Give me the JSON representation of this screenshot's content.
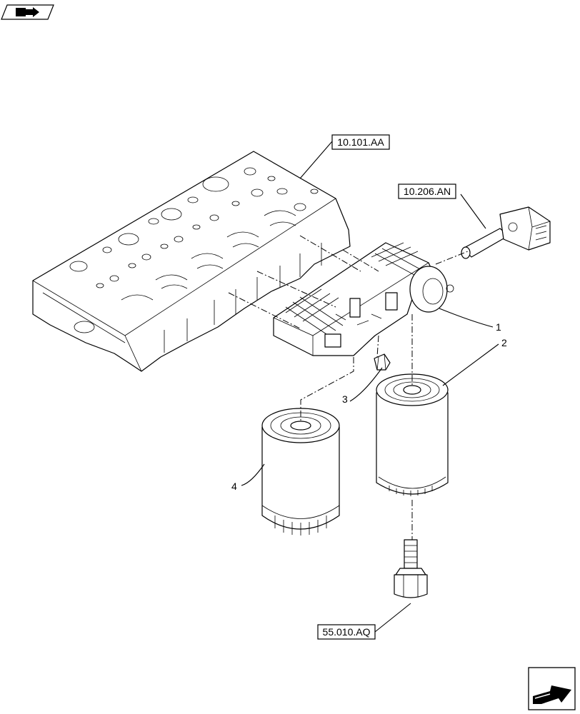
{
  "references": [
    {
      "id": "ref-10-101-aa",
      "label": "10.101.AA"
    },
    {
      "id": "ref-10-206-an",
      "label": "10.206.AN"
    },
    {
      "id": "ref-55-010-aq",
      "label": "55.010.AQ"
    }
  ],
  "callouts": [
    "1",
    "2",
    "3",
    "4"
  ],
  "icons": {
    "top_left": "book-arrow-icon",
    "bottom_right": "next-page-arrow-icon"
  }
}
